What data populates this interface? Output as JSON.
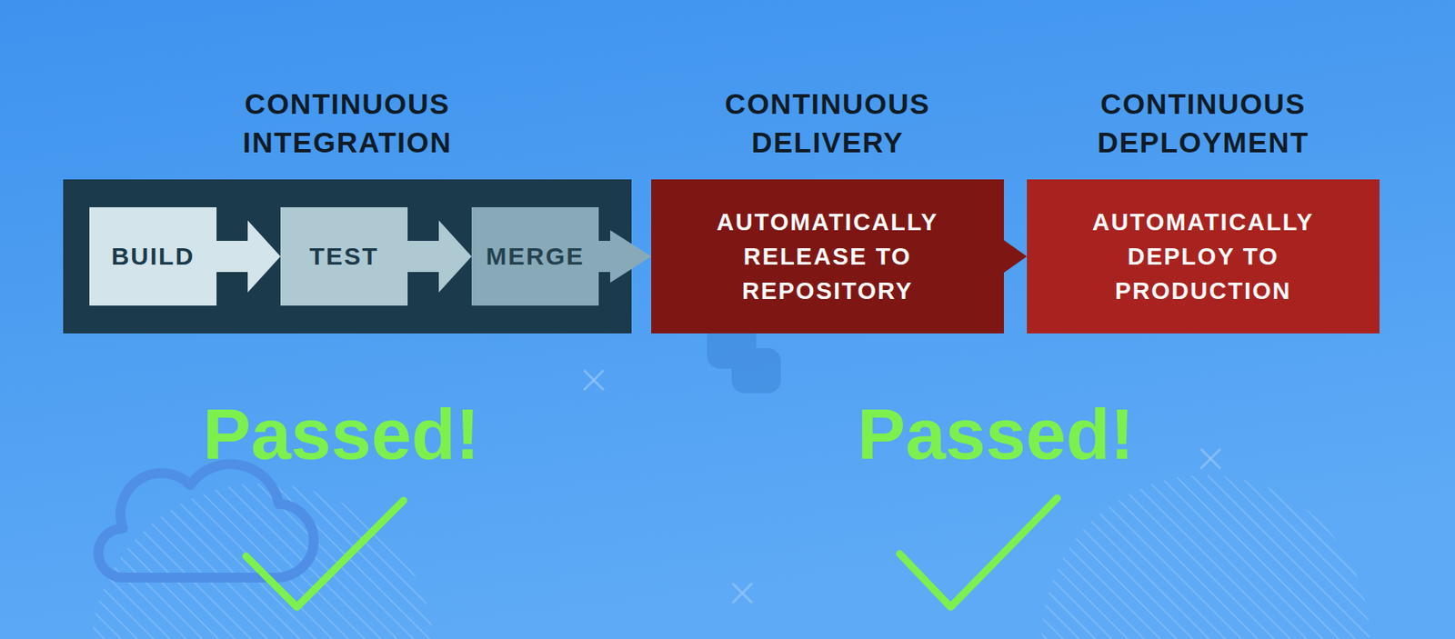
{
  "diagram": {
    "nodes": [
      {
        "text": [
          "CONTINUOUS INTEGRATION"
        ]
      },
      {
        "text": [
          "BUILD"
        ],
        "in": 0
      },
      {
        "text": [
          "TEST"
        ],
        "in": 0
      },
      {
        "text": [
          "MERGE"
        ],
        "in": 0
      },
      {
        "text": [
          "CONTINUOUS DELIVERY",
          "AUTOMATICALLY RELEASE TO REPOSITORY"
        ]
      },
      {
        "text": [
          "CONTINUOUS DEPLOYMENT",
          "AUTOMATICALLY DEPLOY TO PRODUCTION"
        ]
      }
    ],
    "edges": [
      {
        "from": 1,
        "to": 2,
        "arrow": "to"
      },
      {
        "from": 2,
        "to": 3,
        "arrow": "to"
      },
      {
        "from": 3,
        "to": 4,
        "arrow": "to"
      },
      {
        "from": 4,
        "to": 5,
        "arrow": "to"
      }
    ],
    "labels": [
      "Passed!",
      "Passed!"
    ]
  }
}
